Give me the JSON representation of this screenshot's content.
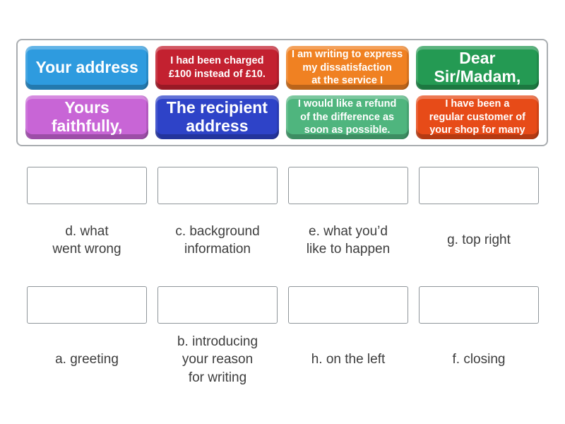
{
  "tray": {
    "tiles": [
      {
        "label": "Your address",
        "color": "#2e9bdf"
      },
      {
        "label": "I had been charged\n£100 instead of £10.",
        "color": "#c32130"
      },
      {
        "label": "I am writing to express\nmy dissatisfaction\nat the service I",
        "color": "#f08122"
      },
      {
        "label": "Dear\nSir/Madam,",
        "color": "#249a53"
      },
      {
        "label": "Yours\nfaithfully,",
        "color": "#c865d6"
      },
      {
        "label": "The recipient\naddress",
        "color": "#2e43c8"
      },
      {
        "label": "I would like a refund\nof the difference as\nsoon as possible.",
        "color": "#4fb57e"
      },
      {
        "label": "I have been a\nregular customer of\nyour shop for many",
        "color": "#e74b18"
      }
    ]
  },
  "zones": [
    {
      "label": "d. what\nwent wrong"
    },
    {
      "label": "c. background\ninformation"
    },
    {
      "label": "e. what you’d\nlike to happen"
    },
    {
      "label": "g. top right"
    },
    {
      "label": "a. greeting"
    },
    {
      "label": "b. introducing\nyour reason\nfor writing"
    },
    {
      "label": "h. on the left"
    },
    {
      "label": "f. closing"
    }
  ]
}
